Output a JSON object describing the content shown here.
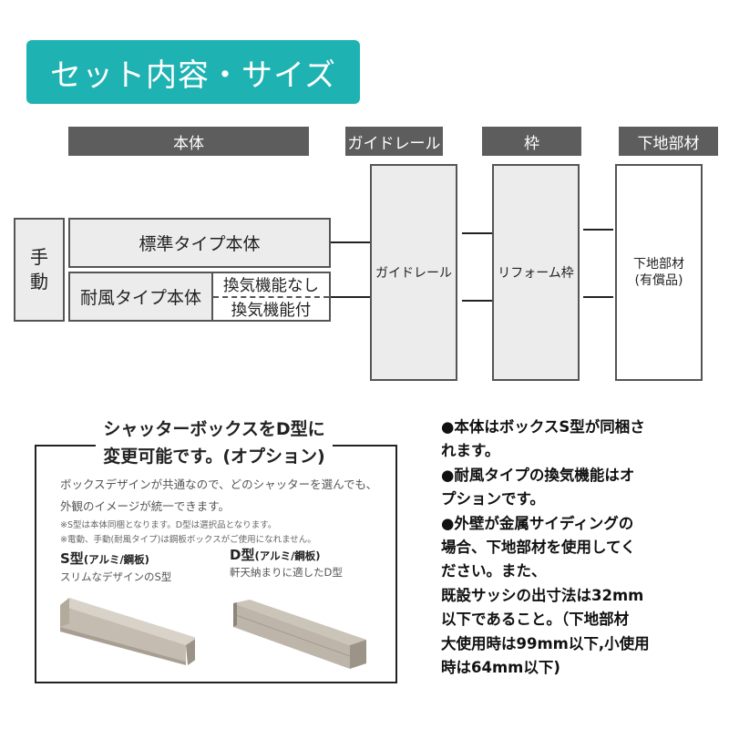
{
  "title": "セット内容・サイズ",
  "colors": {
    "accent": "#1fb2b2",
    "header_bg": "#5d5d5d",
    "box_bg": "#ececec",
    "border": "#555555"
  },
  "column_headers": {
    "body": "本体",
    "guide_rail": "ガイドレール",
    "frame": "枠",
    "base_material": "下地部材"
  },
  "diagram": {
    "manual": [
      "手",
      "動"
    ],
    "standard_body": "標準タイプ本体",
    "windproof_body": "耐風タイプ本体",
    "ventilation_none": "換気機能なし",
    "ventilation_with": "換気機能付",
    "guide_rail_box": "ガイドレール",
    "frame_box": "リフォーム枠",
    "base_box_line1": "下地部材",
    "base_box_line2": "(有償品)"
  },
  "option_panel": {
    "heading_line1": "シャッターボックスをD型に",
    "heading_line2": "変更可能です。(オプション)",
    "description_line1": "ボックスデザインが共通なので、どのシャッターを選んでも、",
    "description_line2": "外観のイメージが統一できます。",
    "note1": "※S型は本体同梱となります。D型は選択品となります。",
    "note2": "※電動、手動(耐風タイプ)は鋼板ボックスがご使用になれません。",
    "s_type": {
      "label": "S型",
      "material": "(アルミ/鋼板)",
      "caption": "スリムなデザインのS型",
      "image": "s-type-shutter-box"
    },
    "d_type": {
      "label": "D型",
      "material": "(アルミ/鋼板)",
      "caption": "軒天納まりに適したD型",
      "image": "d-type-shutter-box"
    }
  },
  "notes": [
    "●本体はボックスS型が同梱さ",
    "れます。",
    "●耐風タイプの換気機能はオ",
    "プションです。",
    "●外壁が金属サイディングの",
    "場合、下地部材を使用してく",
    "ださい。また、",
    "既設サッシの出寸法は32mm",
    "以下であること。（下地部材",
    "大使用時は99mm以下,小使用",
    "時は64mm以下)"
  ]
}
